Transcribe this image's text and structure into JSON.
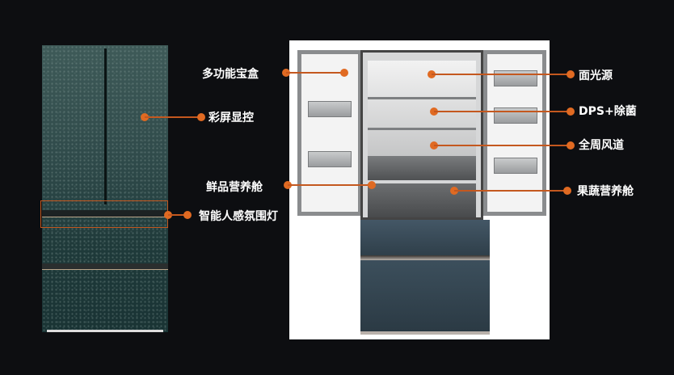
{
  "page": {
    "background": "#0d0e11",
    "accent": "#e06a22"
  },
  "callouts_left": [
    {
      "id": "multi-function-box",
      "label": "多功能宝盒"
    },
    {
      "id": "color-screen-control",
      "label": "彩屏显控"
    },
    {
      "id": "fresh-nutrition-drawer",
      "label": "鲜品营养舱"
    },
    {
      "id": "smart-ambient-light",
      "label": "智能人感氛围灯"
    }
  ],
  "callouts_right": [
    {
      "id": "surface-light",
      "label": "面光源"
    },
    {
      "id": "dps-sterilization",
      "label": "DPS+除菌"
    },
    {
      "id": "full-air-duct",
      "label": "全周风道"
    },
    {
      "id": "fruit-veg-drawer",
      "label": "果蔬营养舱"
    }
  ],
  "images": {
    "closed_fridge": "French-door refrigerator, dark teal textured finish, closed",
    "open_fridge": "French-door refrigerator with doors open showing interior"
  }
}
